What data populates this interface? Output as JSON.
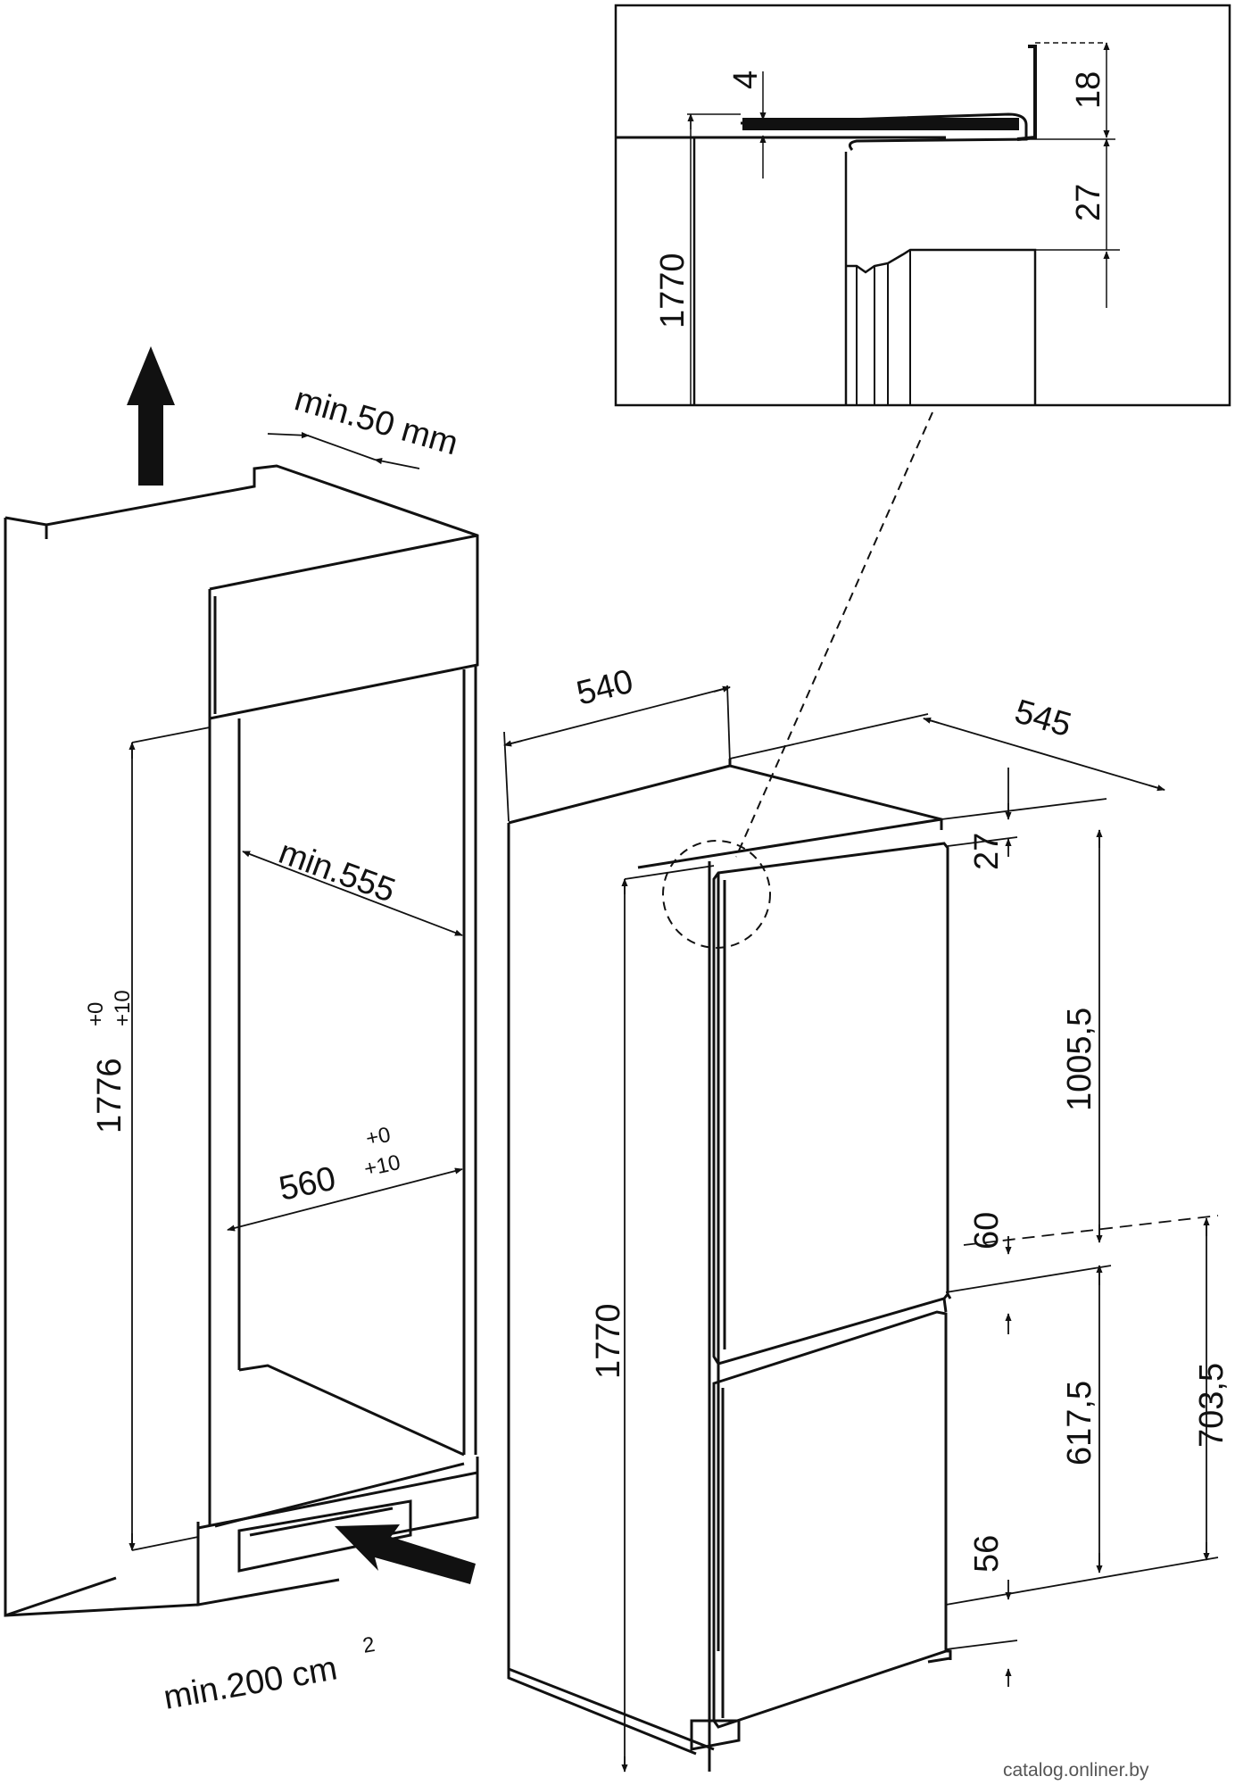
{
  "labels": {
    "min_gap": "min.50 mm",
    "min_depth": "min.555",
    "niche_height": "1776",
    "niche_height_tol_plus": "+0",
    "niche_height_tol_minus": "+10",
    "niche_width": "560",
    "niche_width_tol_plus": "+0",
    "niche_width_tol_minus": "+10",
    "vent_area": "min.200 cm",
    "vent_area_sup": "2",
    "width": "540",
    "depth": "545",
    "top_gap": "27",
    "upper_door": "1005,5",
    "gap_between": "60",
    "lower_door": "617,5",
    "lower_total": "703,5",
    "bottom_gap": "56",
    "height": "1770",
    "detail_4": "4",
    "detail_18": "18",
    "detail_27": "27",
    "detail_1770": "1770"
  },
  "watermark": "catalog.onliner.by"
}
